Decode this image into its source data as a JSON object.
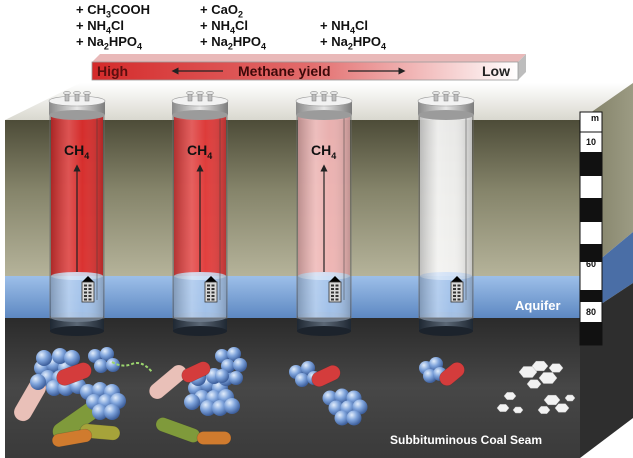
{
  "amendments": [
    {
      "lines": [
        {
          "prefix": "+ CH",
          "sub1": "3",
          "mid": "COOH",
          "sub2": ""
        },
        {
          "prefix": "+ NH",
          "sub1": "4",
          "mid": "Cl",
          "sub2": ""
        },
        {
          "prefix": "+ Na",
          "sub1": "2",
          "mid": "HPO",
          "sub2": "4"
        }
      ]
    },
    {
      "lines": [
        {
          "prefix": "+ CaO",
          "sub1": "2",
          "mid": "",
          "sub2": ""
        },
        {
          "prefix": "+ NH",
          "sub1": "4",
          "mid": "Cl",
          "sub2": ""
        },
        {
          "prefix": "+ Na",
          "sub1": "2",
          "mid": "HPO",
          "sub2": "4"
        }
      ]
    },
    {
      "lines": [
        {
          "prefix": "+ NH",
          "sub1": "4",
          "mid": "Cl",
          "sub2": ""
        },
        {
          "prefix": "+ Na",
          "sub1": "2",
          "mid": "HPO",
          "sub2": "4"
        }
      ]
    }
  ],
  "yield_bar": {
    "high_label": "High",
    "center_label": "Methane yield",
    "low_label": "Low",
    "high_color": "#d42a2a",
    "low_color": "#ffffff"
  },
  "ch4_label": {
    "main": "CH",
    "sub": "4"
  },
  "column_fill_colors": [
    "#dc2b2b",
    "#e53a3a",
    "#f1b5b5",
    "#f6f6f6"
  ],
  "layers": {
    "aquifer_label": "Aquifer",
    "coal_label": "Subbituminous Coal Seam",
    "aquifer_color": "#8fb4e3",
    "coal_color": "#3b3b3b",
    "sediment_color": "#6b6a52"
  },
  "depth_scale": {
    "unit": "m",
    "ticks": [
      "10",
      "60",
      "80"
    ]
  }
}
